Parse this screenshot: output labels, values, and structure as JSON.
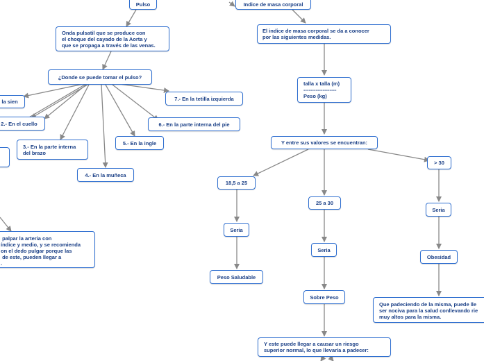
{
  "nodes": {
    "pulso": "Pulso",
    "imc": "Indice de masa corporal",
    "pulso_def": "Onda pulsatil que se produce con\nel choque del cayado de la Aorta y\nque se propaga a través de las venas.",
    "imc_def": "El indice de masa corporal se da a conocer\npor las siguientes medidas.",
    "donde": "¿Donde se puede tomar el pulso?",
    "sien": "la sien",
    "cuello": "2.- En el cuello",
    "brazo": "3.- En la parte interna\ndel brazo",
    "muneca": "4.- En la muñeca",
    "ingle": "5.- En la ingle",
    "pie": "6.- En la parte interna del pie",
    "tetilla": "7.- En la tetilla izquierda",
    "formula": "talla x talla (m)\n-------------------\nPeso (kg)",
    "valores": "Y entre sus valores se encuentran:",
    "r1": "18,5 a 25",
    "r2": "25 a 30",
    "r3": "> 30",
    "seria1": "Seria",
    "seria2": "Seria",
    "seria3": "Seria",
    "saludable": "Peso Saludable",
    "sobrepeso": "Sobre Peso",
    "obesidad": "Obesidad",
    "obesidad_def": "Que padeciendo de la misma, puede lle\nser nociva para la salud conllevando rie\nmuy altos para la misma.",
    "sobrepeso_def": "Y este puede llegar a causar un riesgo\nsuperior normal, lo que llevaría a padecer:",
    "arteria": " palpar la arteria con\níndice y medio, y se recomienda\non el dedo pulgar porque las\n de este, pueden llegar a\n."
  }
}
